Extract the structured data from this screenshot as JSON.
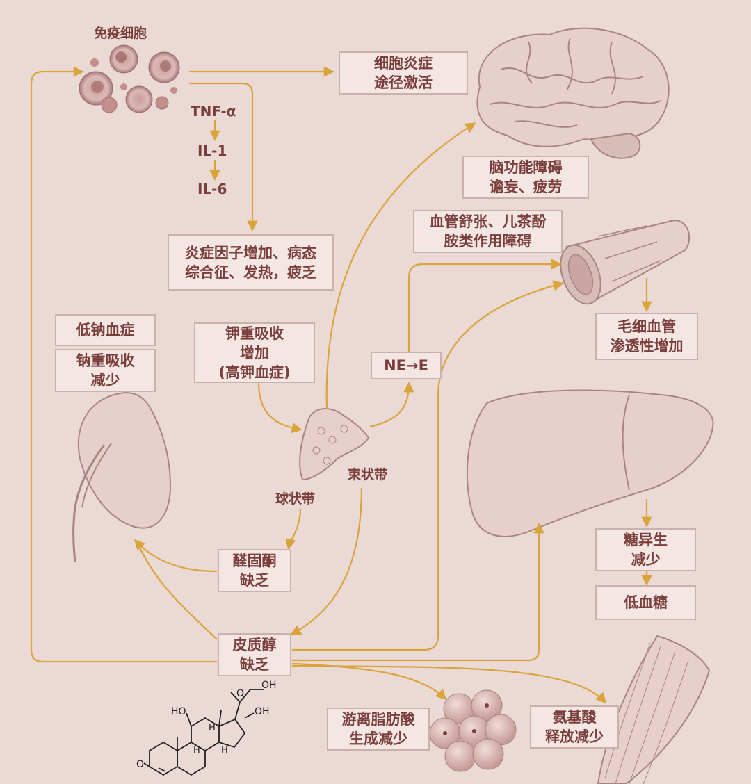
{
  "nodes": {
    "immune_cells": "免疫细胞",
    "cytokines": [
      "TNF-α",
      "IL-1",
      "IL-6"
    ],
    "cell_inflammation": [
      "细胞炎症",
      "途径激活"
    ],
    "brain_dysfunction": [
      "脑功能障碍",
      "谵妄、疲劳"
    ],
    "vasodilation": [
      "血管舒张、儿茶酚",
      "胺类作用障碍"
    ],
    "capillary_permeability": [
      "毛细血管",
      "渗透性增加"
    ],
    "inflammatory_factors": [
      "炎症因子增加、病态",
      "综合征、发热，疲乏"
    ],
    "hyponatremia": "低钠血症",
    "sodium_reabsorption": [
      "钠重吸收",
      "减少"
    ],
    "potassium_reabsorption": [
      "钾重吸收",
      "增加",
      "(高钾血症)"
    ],
    "ne_to_e": "NE→E",
    "zona_fasciculata": "束状带",
    "zona_glomerulosa": "球状带",
    "aldosterone_deficiency": [
      "醛固酮",
      "缺乏"
    ],
    "cortisol_deficiency": [
      "皮质醇",
      "缺乏"
    ],
    "gluconeogenesis": [
      "糖异生",
      "减少"
    ],
    "hypoglycemia": "低血糖",
    "free_fatty_acids": [
      "游离脂肪酸",
      "生成减少"
    ],
    "amino_acids": [
      "氨基酸",
      "释放减少"
    ]
  },
  "molecule_labels": {
    "oh1": "OH",
    "oh2": "OH",
    "ho": "HO",
    "o_ket1": "O",
    "o_ket2": "O",
    "h1": "H",
    "h2": "H",
    "h3": "H"
  },
  "colors": {
    "background": "#ead9d5",
    "box_fill": "#f3e6e3",
    "box_border": "#c9b2ae",
    "text": "#7a3e3b",
    "arrow": "#d9a43a",
    "organ": "#e7cfcb",
    "organ_line": "#a98581"
  }
}
